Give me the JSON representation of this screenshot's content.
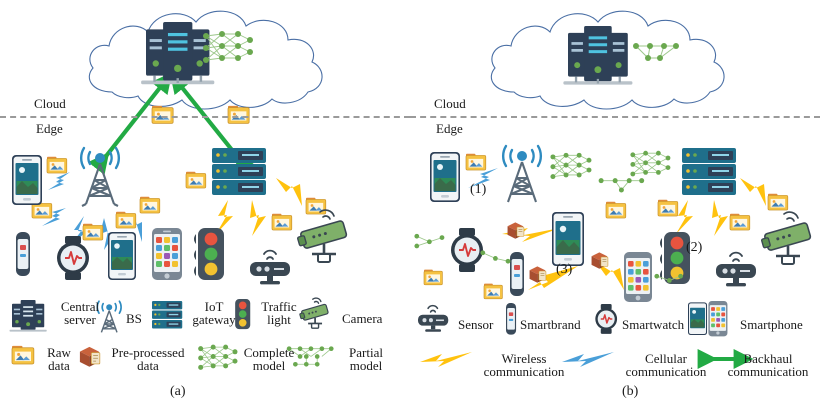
{
  "figure": {
    "type": "architecture-diagram",
    "subject": "Cloud-edge federated / distributed learning architecture",
    "panels": [
      {
        "id": "a",
        "caption": "(a)",
        "description": "Raw data offloading: edge devices send raw data to BS and IoT gateway, which relay to the central cloud server holding the complete model."
      },
      {
        "id": "b",
        "caption": "(b)",
        "description": "Distributed pre-processing: devices exchange pre-processed data and partial models; cloud server holds a partial model.",
        "steps": [
          "(1)",
          "(2)",
          "(3)"
        ]
      }
    ]
  },
  "tiers": {
    "cloud": "Cloud",
    "edge": "Edge"
  },
  "legend_a": {
    "devices": [
      {
        "icon": "central-server-icon",
        "line1": "Central",
        "line2": "server"
      },
      {
        "icon": "base-station-icon",
        "line1": "BS",
        "line2": ""
      },
      {
        "icon": "iot-gateway-icon",
        "line1": "IoT",
        "line2": "gateway"
      },
      {
        "icon": "traffic-light-icon",
        "line1": "Traffic",
        "line2": "light"
      },
      {
        "icon": "camera-icon",
        "line1": "Camera",
        "line2": ""
      }
    ],
    "data": [
      {
        "icon": "raw-data-icon",
        "line1": "Raw",
        "line2": "data"
      },
      {
        "icon": "preprocessed-data-icon",
        "line1": "Pre-processed",
        "line2": "data"
      },
      {
        "icon": "complete-model-icon",
        "line1": "Complete",
        "line2": "model"
      },
      {
        "icon": "partial-model-icon",
        "line1": "Partial",
        "line2": "model"
      }
    ]
  },
  "legend_b": {
    "devices": [
      {
        "icon": "sensor-icon",
        "label": "Sensor"
      },
      {
        "icon": "smartbrand-icon",
        "label": "Smartbrand"
      },
      {
        "icon": "smartwatch-icon",
        "label": "Smartwatch"
      },
      {
        "icon": "smartphone-icon",
        "label": "Smartphone"
      }
    ],
    "links": [
      {
        "icon": "wireless-bolt-icon",
        "line1": "Wireless",
        "line2": "communication",
        "color": "#FFC20E"
      },
      {
        "icon": "cellular-bolt-icon",
        "line1": "Cellular",
        "line2": "communication",
        "color": "#4A9FD8"
      },
      {
        "icon": "backhaul-arrow-icon",
        "line1": "Backhaul",
        "line2": "communication",
        "color": "#22AA44"
      }
    ]
  },
  "colors": {
    "wireless": "#FFC20E",
    "cellular": "#4A9FD8",
    "backhaul": "#22AA44",
    "model_node": "#6AA84F",
    "cloud_outline": "#4A6FA5",
    "divider": "#9A9A9A",
    "server_dark": "#2E4057",
    "server_teal": "#1B6B7A",
    "gateway_blue": "#1F6F8B",
    "camera_green": "#7FB069",
    "folder_yellow": "#F5C242"
  }
}
